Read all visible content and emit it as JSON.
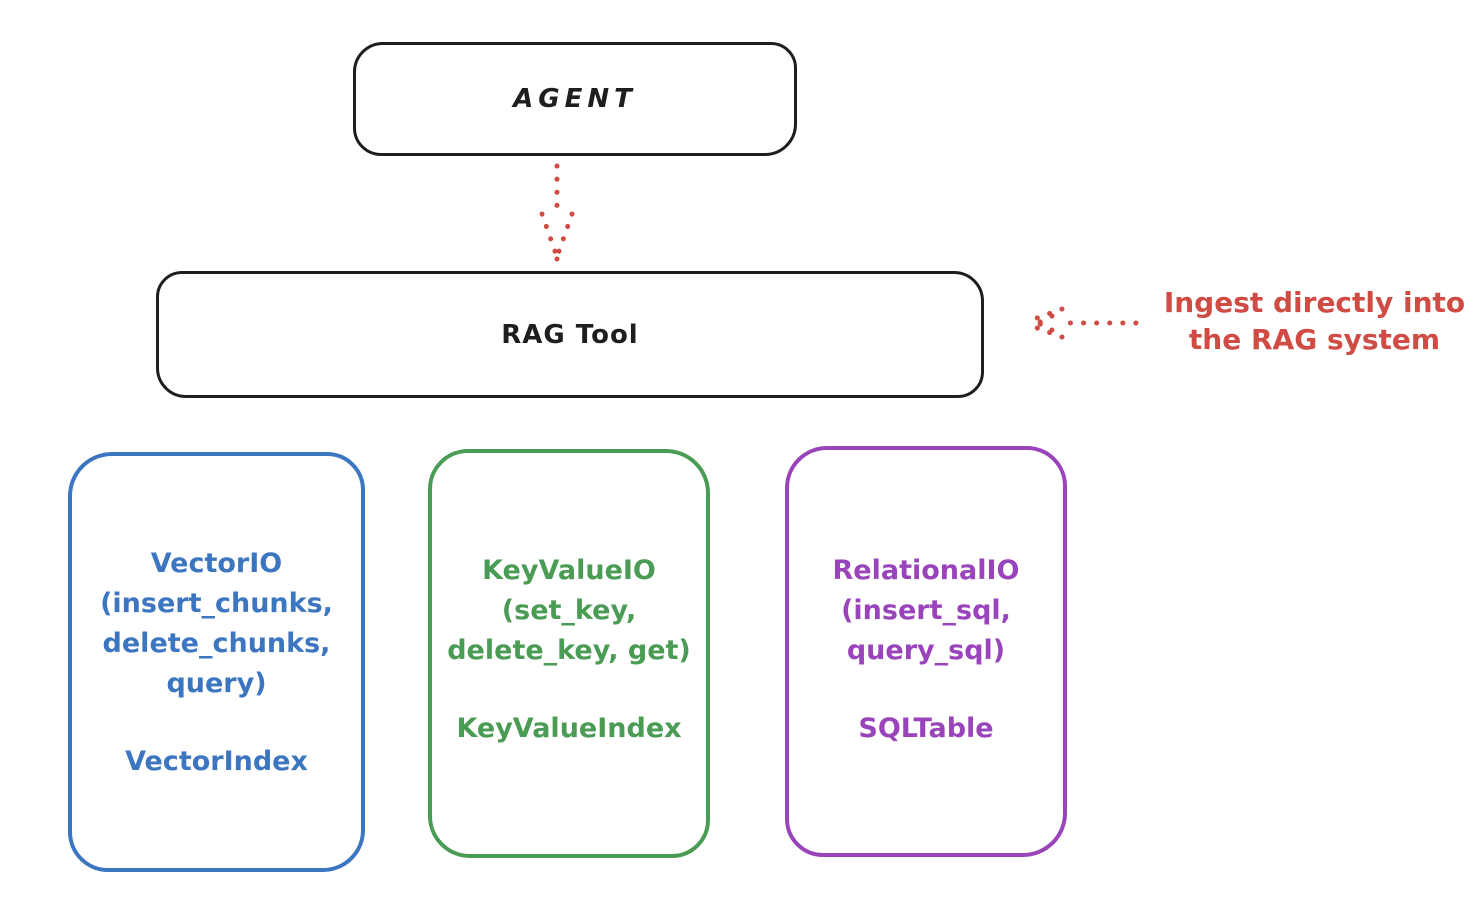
{
  "diagram": {
    "title_hint": "RAG Tool architecture sketch",
    "agent": {
      "label": "AGENT"
    },
    "rag_tool": {
      "label": "RAG Tool"
    },
    "annotation": {
      "line1": "Ingest directly into",
      "line2": "the RAG system"
    },
    "io_boxes": [
      {
        "name": "VectorIO",
        "lines": [
          "VectorIO",
          "(insert_chunks,",
          "delete_chunks,",
          "query)"
        ],
        "index": "VectorIndex",
        "color": "#3d76c0"
      },
      {
        "name": "KeyValueIO",
        "lines": [
          "KeyValueIO",
          "(set_key,",
          "delete_key, get)"
        ],
        "index": "KeyValueIndex",
        "color": "#4a9c54"
      },
      {
        "name": "RelationalIO",
        "lines": [
          "RelationalIO",
          "(insert_sql,",
          "query_sql)"
        ],
        "index": "SQLTable",
        "color": "#9a44bc"
      }
    ],
    "colors": {
      "ink": "#1e1e1e",
      "red": "#cf4b44",
      "blue": "#3d76c0",
      "green": "#4a9c54",
      "purple": "#9a44bc",
      "background": "#ffffff"
    }
  }
}
